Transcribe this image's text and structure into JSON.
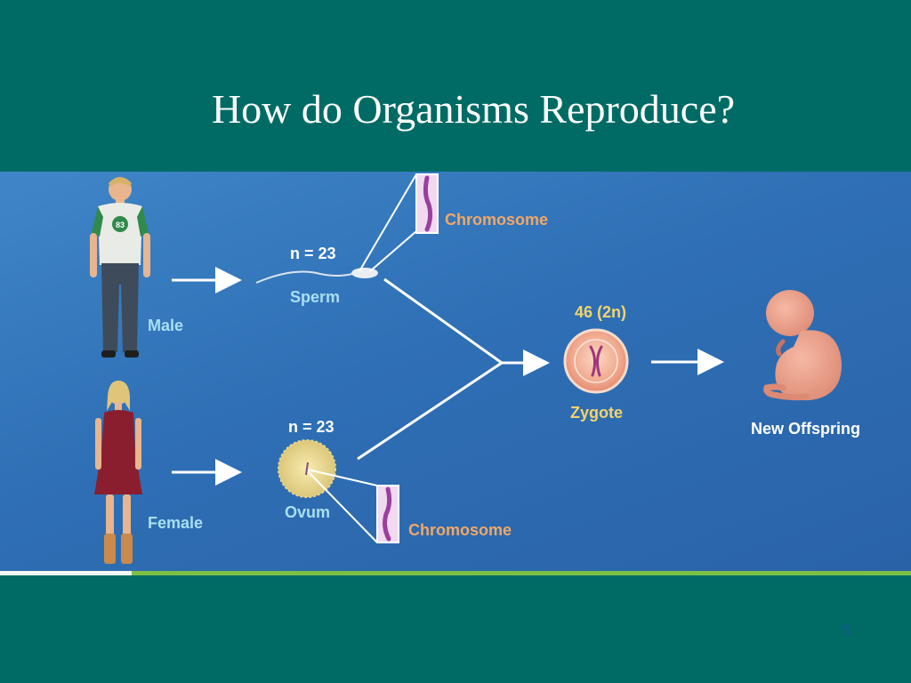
{
  "slide": {
    "title": "How do Organisms Reproduce?",
    "page_number": "5"
  },
  "diagram": {
    "male_label": "Male",
    "female_label": "Female",
    "sperm_count": "n = 23",
    "sperm_label": "Sperm",
    "ovum_count": "n = 23",
    "ovum_label": "Ovum",
    "chromosome_top_label": "Chromosome",
    "chromosome_bottom_label": "Chromosome",
    "zygote_count": "46 (2n)",
    "zygote_label": "Zygote",
    "offspring_label": "New Offspring"
  },
  "colors": {
    "title_bar": "#006b64",
    "panel": "#2f6fb5",
    "accent_green": "#7cbf45",
    "label_yellow": "#f3d46a",
    "label_cyan": "#a9dff2",
    "label_orange": "#f1a866"
  }
}
